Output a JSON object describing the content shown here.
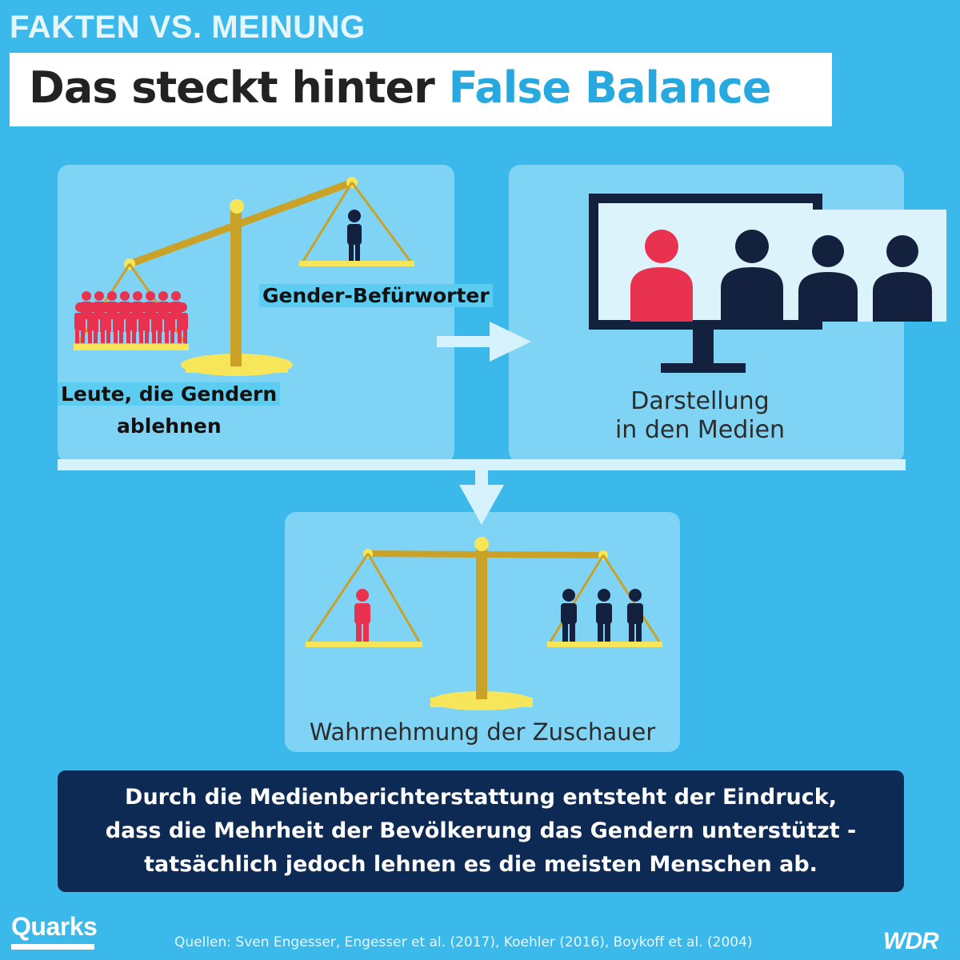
{
  "header": {
    "kicker": "FAKTEN VS. MEINUNG",
    "title_part1": "Das steckt hinter ",
    "title_part2": "False Balance"
  },
  "panel_left": {
    "label_right_pan": "Gender-Befürworter",
    "label_left_line1": "Leute, die Gendern",
    "label_left_line2": "ablehnen"
  },
  "panel_right": {
    "caption_line1": "Darstellung",
    "caption_line2": "in den Medien"
  },
  "panel_bottom": {
    "caption": "Wahrnehmung der Zuschauer"
  },
  "summary": {
    "line1": "Durch die Medienberichterstattung entsteht der Eindruck,",
    "line2": "dass die Mehrheit der Bevölkerung das Gendern unterstützt -",
    "line3": "tatsächlich jedoch lehnen es die meisten Menschen ab."
  },
  "footer": {
    "brand": "Quarks",
    "sources": "Quellen: Sven Engesser, Engesser et al. (2017), Koehler (2016), Boykoff et al. (2004)",
    "broadcaster": "WDR"
  },
  "colors": {
    "background": "#3bb9ea",
    "panel": "#7fd4f5",
    "accent_title": "#27a8df",
    "opponents_red": "#e8324f",
    "supporters_navy": "#13213f",
    "scale_gold": "#c9a227",
    "scale_yellow": "#f7e65a",
    "summary_box": "#0d2a55"
  },
  "icons": [
    "balance-scale-icon",
    "person-icon",
    "crowd-icon",
    "tv-screen-icon",
    "arrow-right-icon",
    "arrow-down-icon"
  ]
}
